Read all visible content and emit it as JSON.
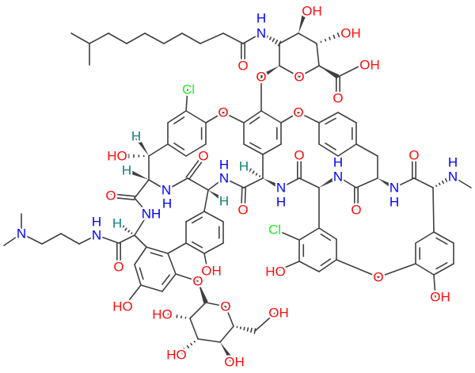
{
  "title": "Dalbavancin-like glycopeptide structure",
  "colors": {
    "bond": "#404040",
    "oxygen": "#ff0d0d",
    "nitrogen": "#0000ff",
    "chlorine": "#1ff01f",
    "stereo_hydrogen": "#0f7f7f"
  },
  "atom_labels": [
    "N",
    "H",
    "OH",
    "OH",
    "O",
    "O",
    "O",
    "OH",
    "O",
    "Cl",
    "O",
    "O",
    "HO",
    "H",
    "H",
    "O",
    "N",
    "H",
    "N",
    "H",
    "H",
    "H",
    "O",
    "N",
    "H",
    "O",
    "N",
    "H",
    "O",
    "N",
    "H",
    "O",
    "N",
    "H",
    "Cl",
    "HO",
    "O",
    "OH",
    "OH",
    "NH",
    "H",
    "N",
    "H",
    "O",
    "N",
    "HO",
    "O",
    "O",
    "OH",
    "HO",
    "HO",
    "OH",
    "O",
    "O"
  ]
}
